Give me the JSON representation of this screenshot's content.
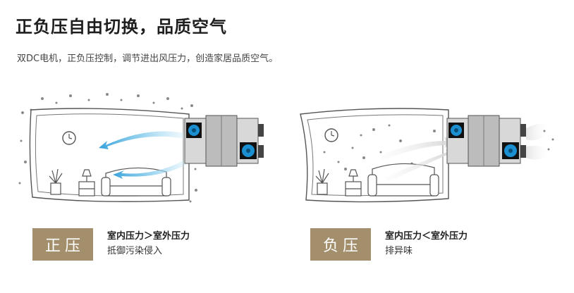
{
  "header": {
    "title": "正负压自由切换，品质空气",
    "subtitle": "双DC电机，正负压控制，调节进出风压力，创造家居品质空气。"
  },
  "modes": [
    {
      "badge": "正压",
      "relation": "室内压力＞室外压力",
      "effect": "抵御污染侵入"
    },
    {
      "badge": "负压",
      "relation": "室内压力＜室外压力",
      "effect": "排异味"
    }
  ],
  "colors": {
    "accent": "#a48f6c",
    "fan_blue": "#1c8fd1",
    "airflow_blue": "#7fc7ea"
  },
  "icons": [
    "clock-icon",
    "plant-icon",
    "lamp-icon",
    "sofa-icon",
    "ventilation-unit-icon",
    "airflow-arrow-icon",
    "dust-particles-icon"
  ]
}
